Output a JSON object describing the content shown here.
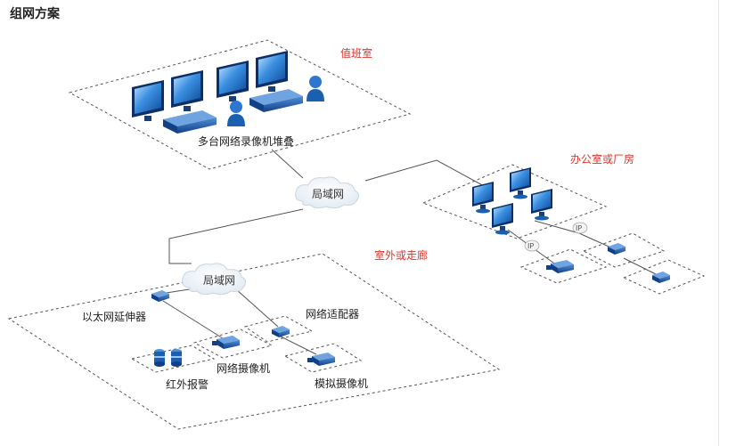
{
  "page": {
    "title": "组网方案"
  },
  "zones": {
    "duty_room": "值班室",
    "office": "办公室或厂房",
    "outdoor": "室外或走廊"
  },
  "labels": {
    "nvr_stack": "多台网络录像机堆叠",
    "lan_top": "局域网",
    "lan_bottom": "局域网",
    "ethernet_extender": "以太网延伸器",
    "network_adapter": "网络适配器",
    "ir_alarm": "红外报警",
    "network_camera": "网络摄像机",
    "analog_camera": "模拟摄像机",
    "ip_1": "IP",
    "ip_2": "IP"
  },
  "colors": {
    "zone_label": "#d9342b",
    "device_blue": "#1b5fb0",
    "screen_blue": "#3a8fe0",
    "line": "#555555"
  }
}
